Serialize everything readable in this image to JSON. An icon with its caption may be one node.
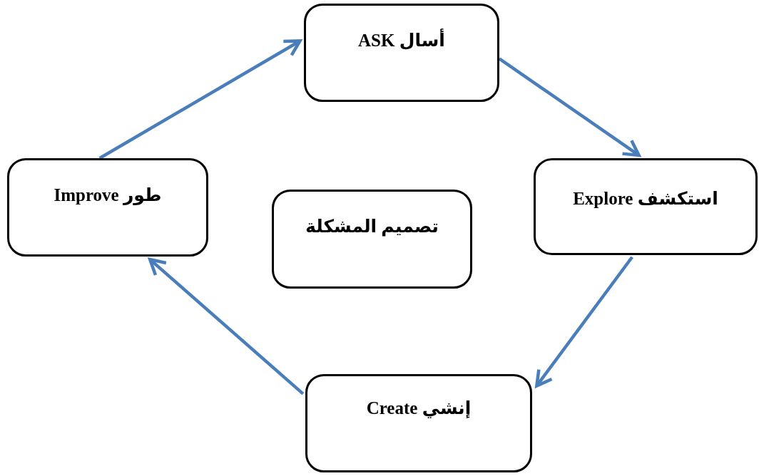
{
  "diagram": {
    "nodes": [
      {
        "text": [
          "أسال ASK"
        ]
      },
      {
        "text": [
          "استكشف Explore"
        ]
      },
      {
        "text": [
          "إنشي Create"
        ]
      },
      {
        "text": [
          "طور Improve"
        ]
      },
      {
        "text": [
          "تصميم المشكلة"
        ]
      }
    ],
    "edges": [
      {
        "from": 3,
        "to": 0,
        "arrow": "to"
      },
      {
        "from": 0,
        "to": 1,
        "arrow": "to"
      },
      {
        "from": 1,
        "to": 2,
        "arrow": "to"
      },
      {
        "from": 2,
        "to": 3,
        "arrow": "to"
      }
    ]
  }
}
